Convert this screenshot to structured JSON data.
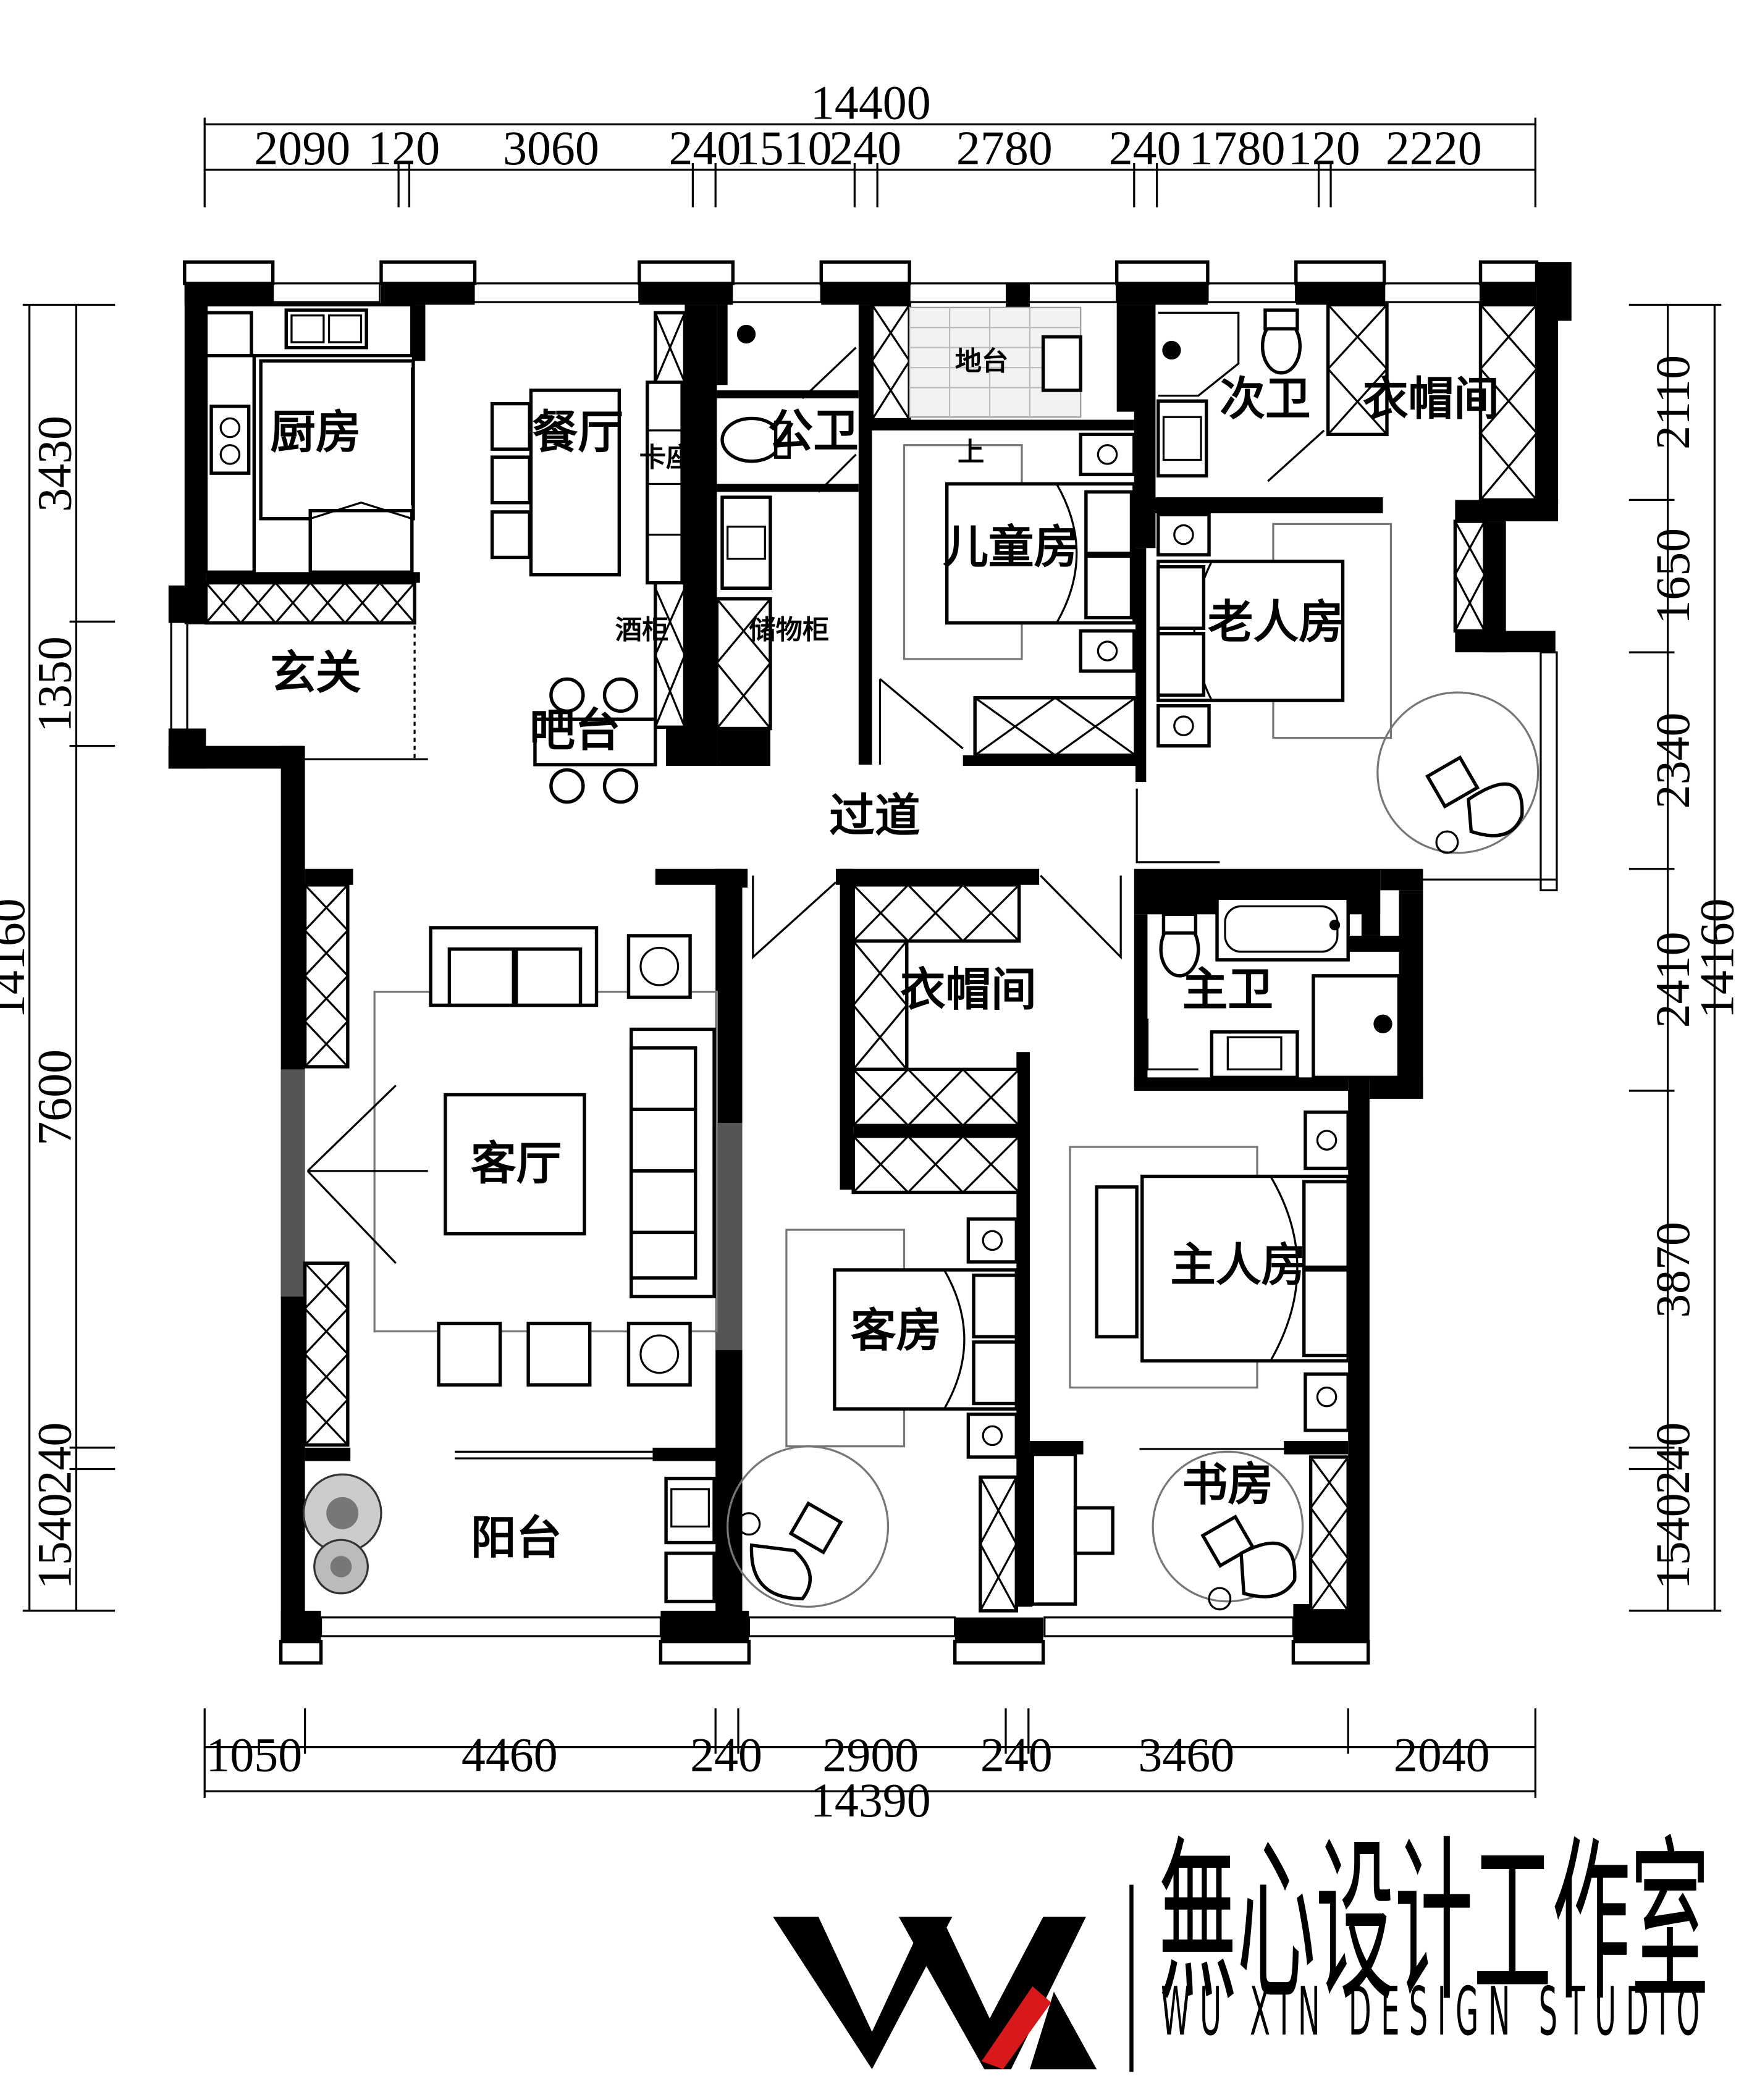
{
  "dimensions": {
    "top_total": "14400",
    "top_segments": [
      "2090",
      "120",
      "3060",
      "240",
      "1510",
      "240",
      "2780",
      "240",
      "1780",
      "120",
      "2220"
    ],
    "bottom_segments": [
      "1050",
      "4460",
      "240",
      "2900",
      "240",
      "3460",
      "2040"
    ],
    "bottom_total": "14390",
    "left_total": "14160",
    "left_segments": [
      "3430",
      "1350",
      "7600",
      "240",
      "1540"
    ],
    "right_total": "14160",
    "right_segments": [
      "2110",
      "1650",
      "2340",
      "2410",
      "3870",
      "240",
      "1540"
    ]
  },
  "rooms": {
    "kitchen": "厨房",
    "dining": "餐厅",
    "banquette": "卡座",
    "public_bath": "公卫",
    "balcony_small": "地台",
    "up_mark": "上",
    "second_bath": "次卫",
    "walkin_closet_1": "衣帽间",
    "entrance": "玄关",
    "bar": "吧台",
    "wine_cabinet": "酒柜",
    "storage_cabinet": "储物柜",
    "kids_room": "儿童房",
    "elder_room": "老人房",
    "corridor": "过道",
    "living_room": "客厅",
    "walkin_closet_2": "衣帽间",
    "master_bath": "主卫",
    "guest_room": "客房",
    "master_room": "主人房",
    "balcony": "阳台",
    "study": "书房"
  },
  "brand": {
    "logo_mark": "WX",
    "name_cn": "無心设计工作室",
    "name_en": "WU XIN DESIGN STUDIO",
    "accent_color": "#d7191c"
  }
}
